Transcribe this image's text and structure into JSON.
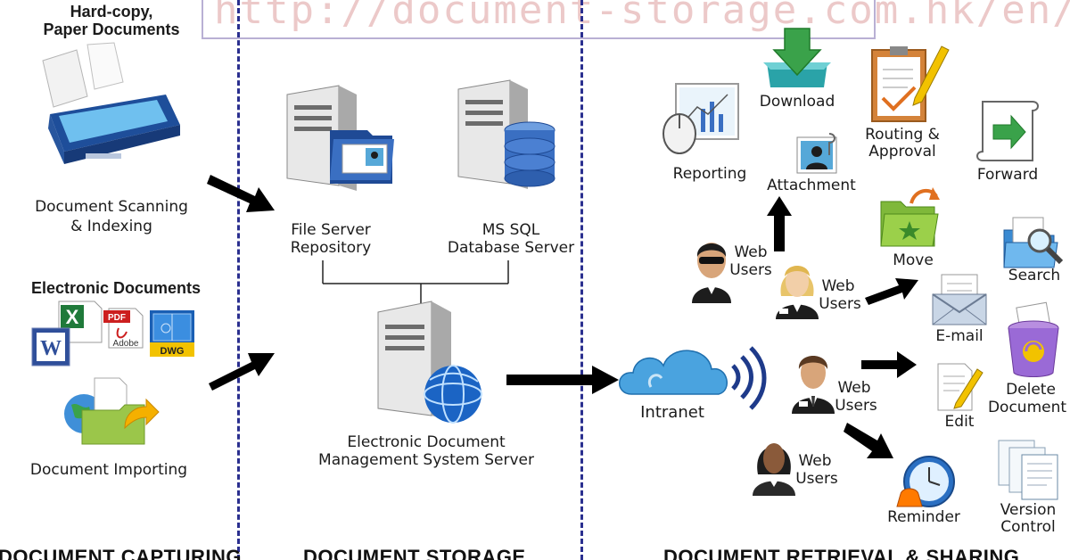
{
  "watermark": {
    "url": "http://document-storage.com.hk/en/"
  },
  "capture": {
    "hardcopy_title_1": "Hard-copy,",
    "hardcopy_title_2": "Paper Documents",
    "scanning_1": "Document Scanning",
    "scanning_2": "& Indexing",
    "electronic_title": "Electronic Documents",
    "pdf_badge": "PDF",
    "adobe_badge": "Adobe",
    "dwg_badge": "DWG",
    "importing": "Document Importing",
    "section": "DOCUMENT CAPTURING"
  },
  "storage": {
    "file_server_1": "File Server",
    "file_server_2": "Repository",
    "sql_1": "MS SQL",
    "sql_2": "Database Server",
    "edms_1": "Electronic Document",
    "edms_2": "Management System Server",
    "section": "DOCUMENT STORAGE"
  },
  "sharing": {
    "intranet": "Intranet",
    "download": "Download",
    "reporting": "Reporting",
    "attachment": "Attachment",
    "routing_1": "Routing &",
    "routing_2": "Approval",
    "forward": "Forward",
    "move": "Move",
    "search": "Search",
    "email": "E-mail",
    "edit": "Edit",
    "delete_1": "Delete",
    "delete_2": "Document",
    "reminder": "Reminder",
    "version_1": "Version",
    "version_2": "Control",
    "web": "Web",
    "users": "Users",
    "section": "DOCUMENT RETRIEVAL & SHARING"
  },
  "colors": {
    "divider": "#2a2f8f",
    "arrow": "#000000",
    "cloud": "#4aa3df",
    "server": "#d9d9d9"
  }
}
